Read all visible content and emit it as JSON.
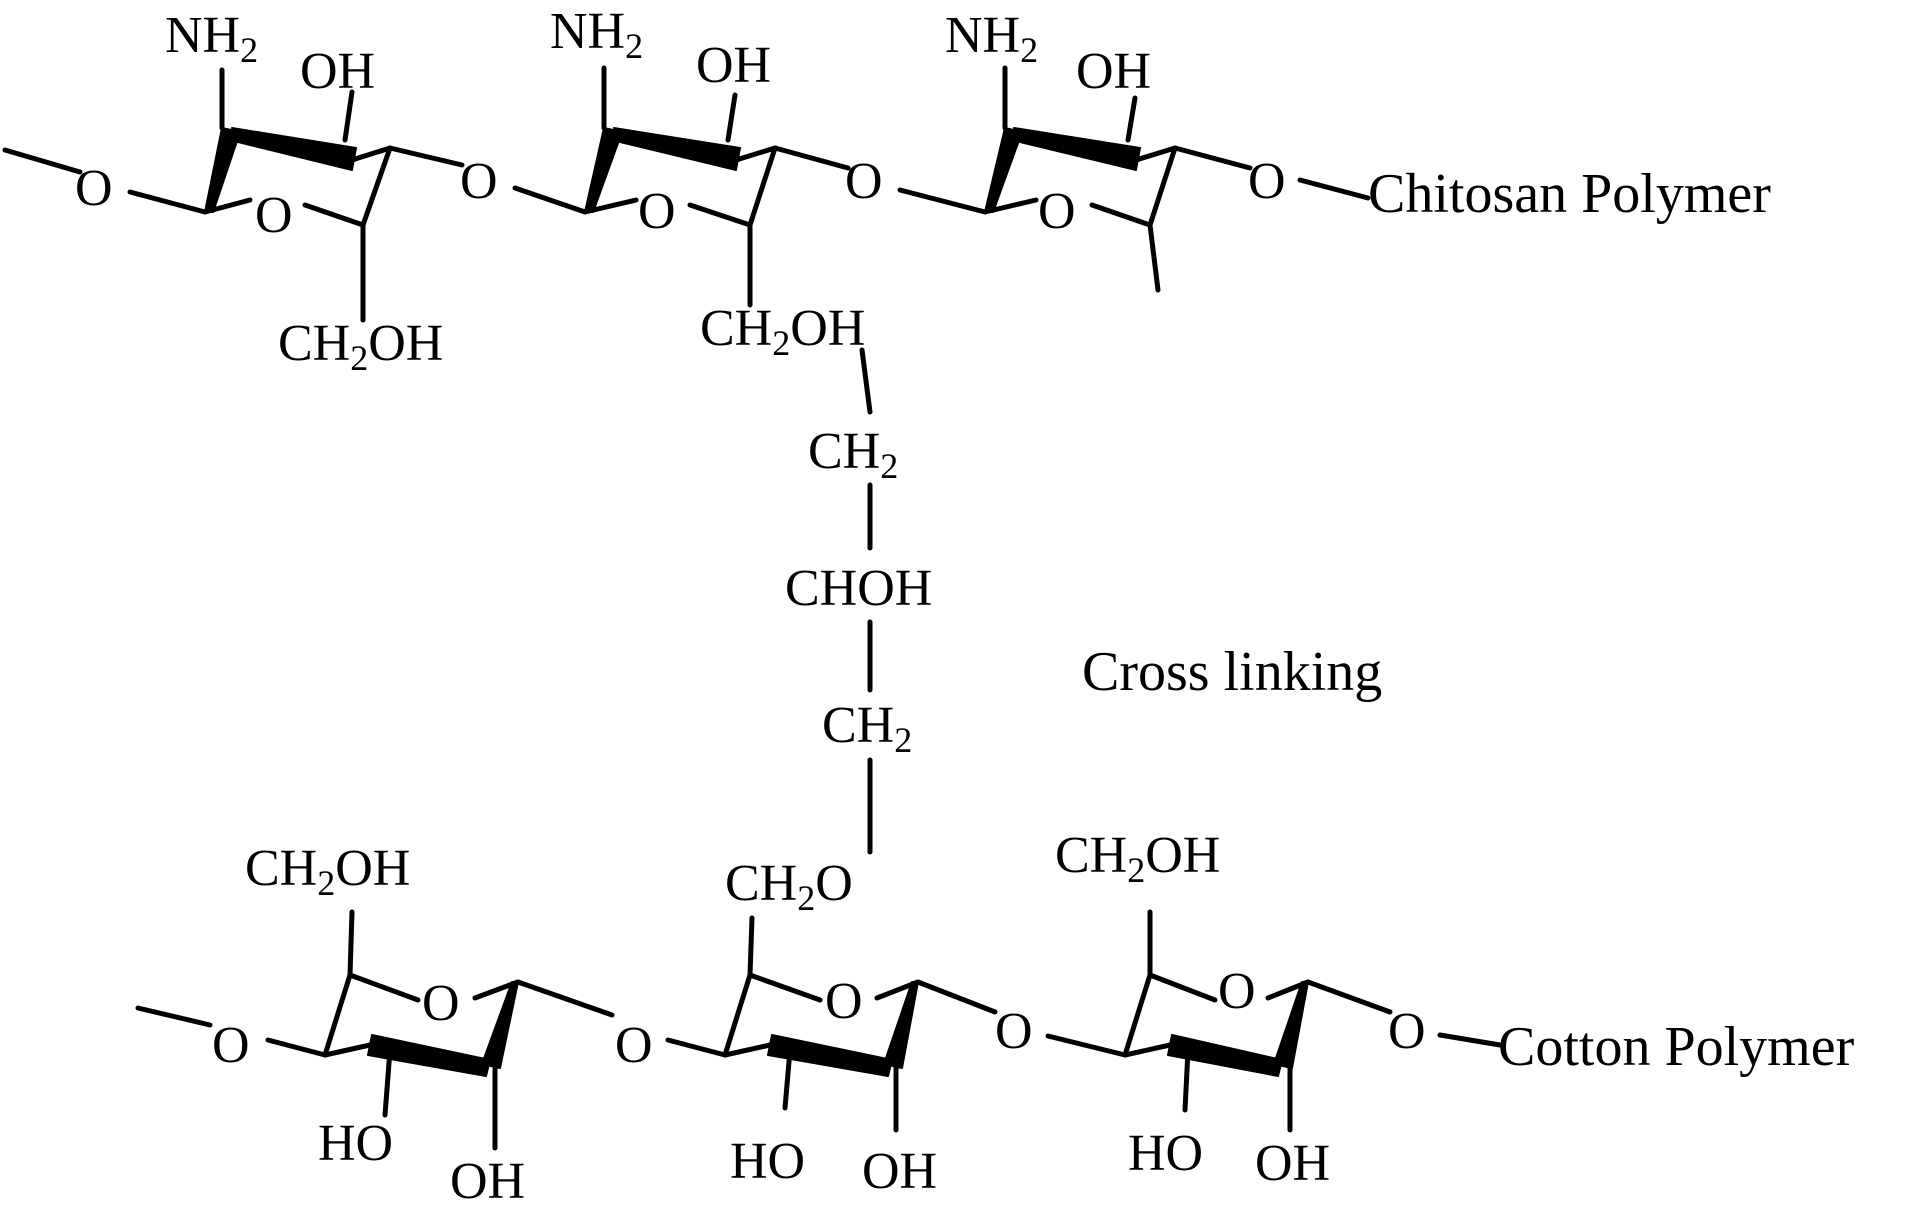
{
  "labels": {
    "chitosan": "Chitosan Polymer",
    "cotton": "Cotton Polymer",
    "crosslink": "Cross linking"
  },
  "atoms": {
    "O": "O",
    "OH": "OH",
    "HO": "HO",
    "NH": "NH",
    "CH": "CH",
    "two": "2",
    "CH2OH_tail": "OH",
    "CH2O_tail": "O",
    "CHOH": "CHOH"
  },
  "colors": {
    "ink": "#000000",
    "background": "#ffffff"
  }
}
